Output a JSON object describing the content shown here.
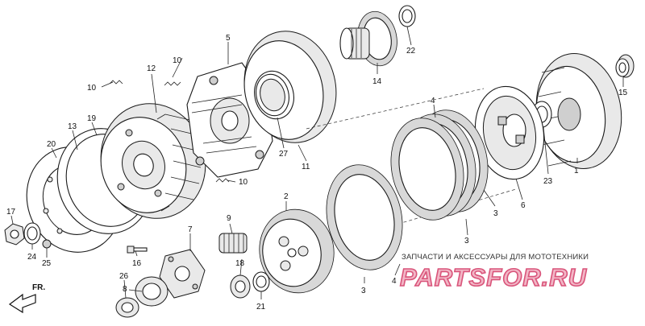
{
  "diagram": {
    "callouts": [
      {
        "id": "c1",
        "text": "1"
      },
      {
        "id": "c2",
        "text": "2"
      },
      {
        "id": "c3a",
        "text": "3"
      },
      {
        "id": "c3b",
        "text": "3"
      },
      {
        "id": "c3c",
        "text": "3"
      },
      {
        "id": "c4a",
        "text": "4"
      },
      {
        "id": "c4b",
        "text": "4"
      },
      {
        "id": "c5",
        "text": "5"
      },
      {
        "id": "c6",
        "text": "6"
      },
      {
        "id": "c7",
        "text": "7"
      },
      {
        "id": "c8",
        "text": "8"
      },
      {
        "id": "c9",
        "text": "9"
      },
      {
        "id": "c10a",
        "text": "10"
      },
      {
        "id": "c10b",
        "text": "10"
      },
      {
        "id": "c10c",
        "text": "10"
      },
      {
        "id": "c11",
        "text": "11"
      },
      {
        "id": "c12",
        "text": "12"
      },
      {
        "id": "c13",
        "text": "13"
      },
      {
        "id": "c14",
        "text": "14"
      },
      {
        "id": "c15",
        "text": "15"
      },
      {
        "id": "c16",
        "text": "16"
      },
      {
        "id": "c17",
        "text": "17"
      },
      {
        "id": "c18",
        "text": "18"
      },
      {
        "id": "c19",
        "text": "19"
      },
      {
        "id": "c20",
        "text": "20"
      },
      {
        "id": "c21",
        "text": "21"
      },
      {
        "id": "c22",
        "text": "22"
      },
      {
        "id": "c23",
        "text": "23"
      },
      {
        "id": "c24",
        "text": "24"
      },
      {
        "id": "c25",
        "text": "25"
      },
      {
        "id": "c26",
        "text": "26"
      },
      {
        "id": "c27",
        "text": "27"
      }
    ],
    "direction_label": "FR.",
    "watermark": {
      "caption": "ЗАПЧАСТИ И АКСЕССУАРЫ ДЛЯ МОТОТЕХНИКИ",
      "brand": "PARTSFOR.RU"
    }
  }
}
